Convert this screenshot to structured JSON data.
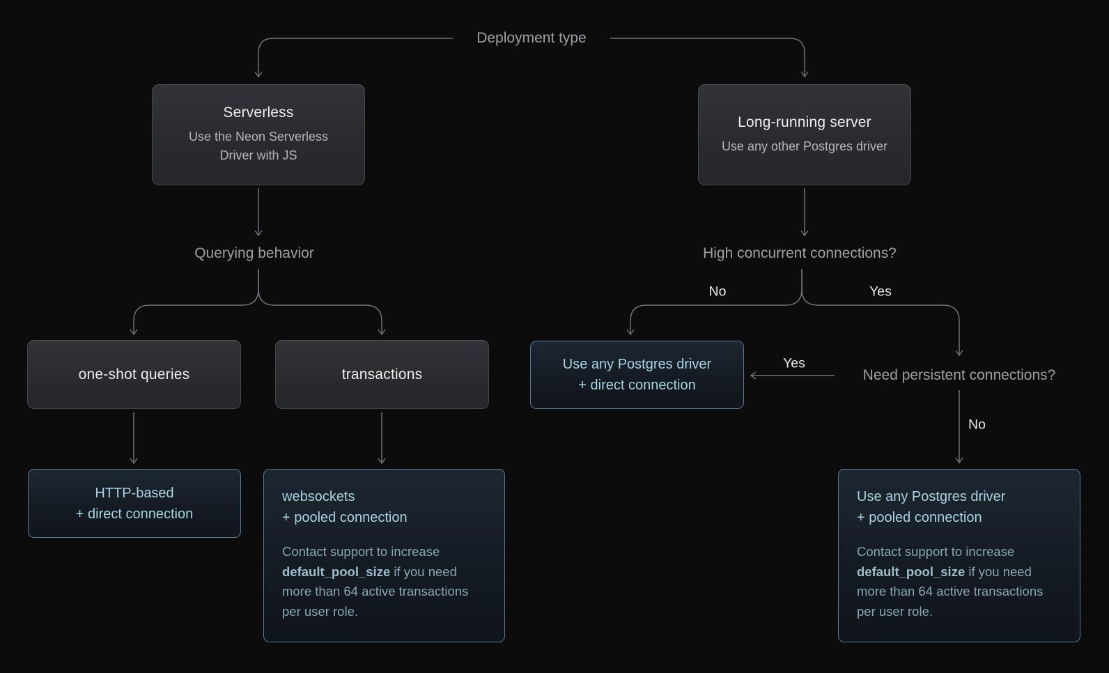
{
  "colors": {
    "background": "#0c0c0d",
    "connector_line": "#707176",
    "gray_box_border": "#47484d",
    "blue_box_border": "#587a90",
    "accent_blue_text": "#a7d3e2",
    "note_text": "#87a6b3"
  },
  "root": {
    "label": "Deployment type"
  },
  "serverless": {
    "title": "Serverless",
    "subtitle": "Use the Neon Serverless Driver with JS"
  },
  "long_running": {
    "title": "Long-running server",
    "subtitle": "Use any other Postgres driver"
  },
  "querying": {
    "label": "Querying behavior"
  },
  "high_concurrent": {
    "label": "High concurrent connections?",
    "no": "No",
    "yes": "Yes"
  },
  "one_shot": {
    "label": "one-shot queries"
  },
  "transactions": {
    "label": "transactions"
  },
  "http_based": {
    "line1": "HTTP-based",
    "line2": "+ direct connection"
  },
  "websockets": {
    "line1": "websockets",
    "line2": "+ pooled connection",
    "note_prefix": "Contact support to increase ",
    "note_bold": "default_pool_size",
    "note_suffix": " if you need more than 64 active transactions per user role."
  },
  "direct_driver": {
    "line1": "Use any Postgres driver",
    "line2": "+ direct connection"
  },
  "persistent": {
    "label": "Need persistent connections?",
    "yes": "Yes",
    "no": "No"
  },
  "pooled_driver": {
    "line1": "Use any Postgres driver",
    "line2": "+ pooled connection",
    "note_prefix": "Contact support to increase ",
    "note_bold": "default_pool_size",
    "note_suffix": " if you need more than 64 active transactions per user role."
  }
}
